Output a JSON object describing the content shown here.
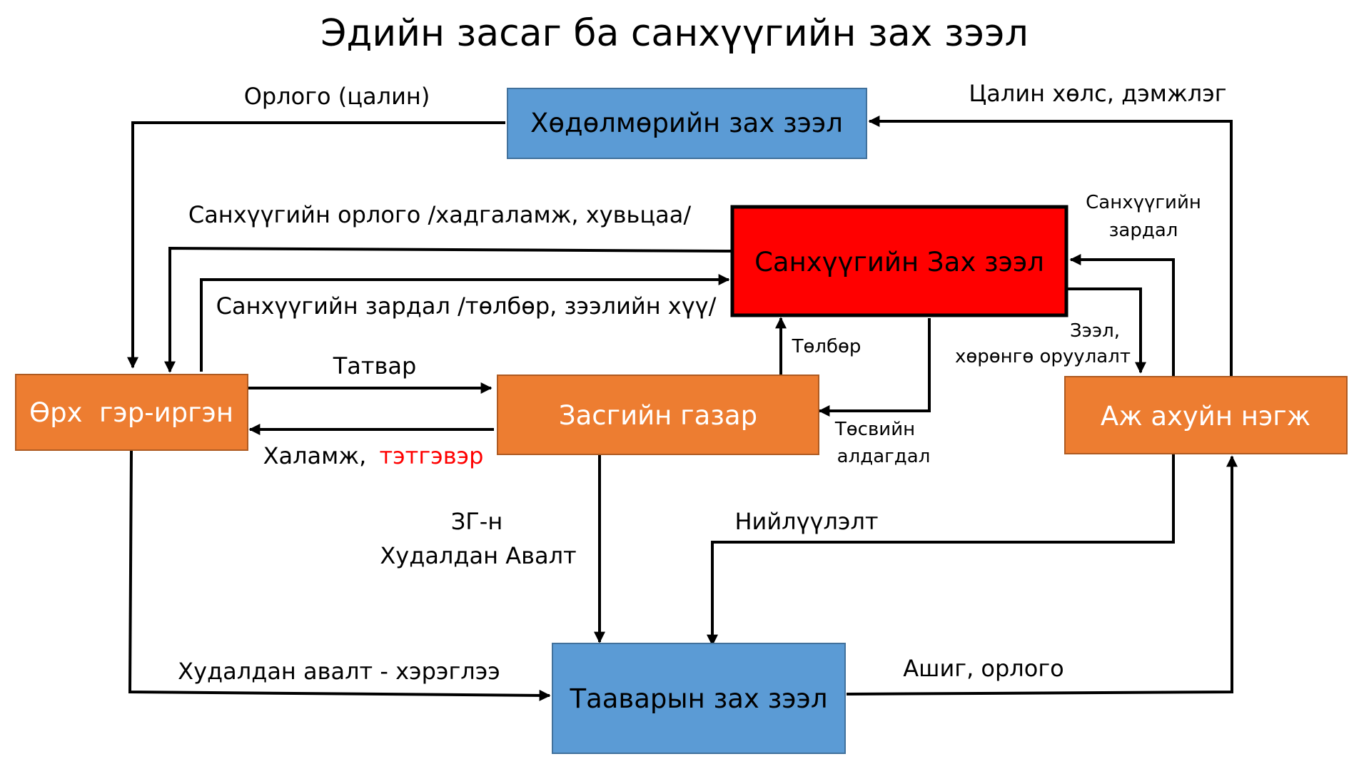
{
  "title": "Эдийн засаг ба санхүүгийн зах зээл",
  "colors": {
    "orange": "#ED7D31",
    "blue": "#5B9BD5",
    "red": "#FF0000",
    "box_text_light": "#FFFFFF",
    "text": "#000000",
    "accent_red": "#FF0000"
  },
  "nodes": {
    "labor_market": "Хөдөлмөрийн зах зээл",
    "financial_market": "Санхүүгийн Зах зээл",
    "household": "Өрх  гэр-иргэн",
    "government": "Засгийн газар",
    "business": "Аж ахуйн нэгж",
    "goods_market": "Тааварын зах зээл"
  },
  "labels": {
    "income_wage": "Орлого (цалин)",
    "wage_benefits": "Цалин хөлс, дэмжлэг",
    "fin_income": "Санхүүгийн орлого /хадгаламж, хувьцаа/",
    "fin_expense": "Санхүүгийн зардал /төлбөр, зээлийн хүү/",
    "biz_fin_expense_1": "Санхүүгийн",
    "biz_fin_expense_2": "зардал",
    "loan_invest_1": "Зээл,",
    "loan_invest_2": "хөрөнгө оруулалт",
    "payment": "Төлбөр",
    "tax": "Татвар",
    "welfare": "Халамж,",
    "pension": "тэтгэвэр",
    "budget_deficit_1": "Төсвийн",
    "budget_deficit_2": "алдагдал",
    "gov_purchase_1": "ЗГ-н",
    "gov_purchase_2": "Худалдан Авалт",
    "supply": "Нийлүүлэлт",
    "consumption": "Худалдан авалт - хэрэглээ",
    "profit_income": "Ашиг, орлого"
  }
}
